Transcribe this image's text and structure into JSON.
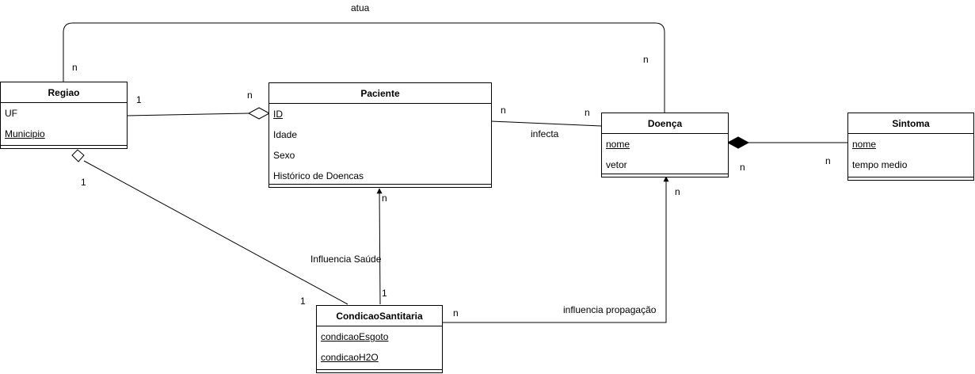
{
  "entities": {
    "regiao": {
      "name": "Regiao",
      "attributes": [
        {
          "text": "UF",
          "key": false
        },
        {
          "text": "Municipio",
          "key": true
        }
      ]
    },
    "paciente": {
      "name": "Paciente",
      "attributes": [
        {
          "text": "ID",
          "key": true
        },
        {
          "text": "Idade",
          "key": false
        },
        {
          "text": "Sexo",
          "key": false
        },
        {
          "text": "Histórico de Doencas",
          "key": false
        }
      ]
    },
    "doenca": {
      "name": "Doença",
      "attributes": [
        {
          "text": "nome",
          "key": true
        },
        {
          "text": "vetor",
          "key": false
        }
      ]
    },
    "sintoma": {
      "name": "Sintoma",
      "attributes": [
        {
          "text": "nome",
          "key": true
        },
        {
          "text": "tempo medio",
          "key": false
        }
      ]
    },
    "condicao": {
      "name": "CondicaoSantitaria",
      "attributes": [
        {
          "text": "condicaoEsgoto",
          "key": true
        },
        {
          "text": "condicaoH2O",
          "key": true
        }
      ]
    }
  },
  "relationships": {
    "atua": {
      "label": "atua",
      "card_regiao": "n",
      "card_doenca": "n"
    },
    "regiao_paciente": {
      "card_regiao": "1",
      "card_paciente": "n"
    },
    "infecta": {
      "label": "infecta",
      "card_paciente": "n",
      "card_doenca": "n"
    },
    "doenca_sintoma": {
      "card_doenca": "n",
      "card_sintoma": "n"
    },
    "regiao_condicao": {
      "card_regiao": "1",
      "card_condicao": "1"
    },
    "influencia_saude": {
      "label": "Influencia Saúde",
      "card_paciente": "n",
      "card_condicao": "1"
    },
    "influencia_propagacao": {
      "label": "influencia propagação",
      "card_condicao": "n",
      "card_doenca": "n"
    }
  }
}
